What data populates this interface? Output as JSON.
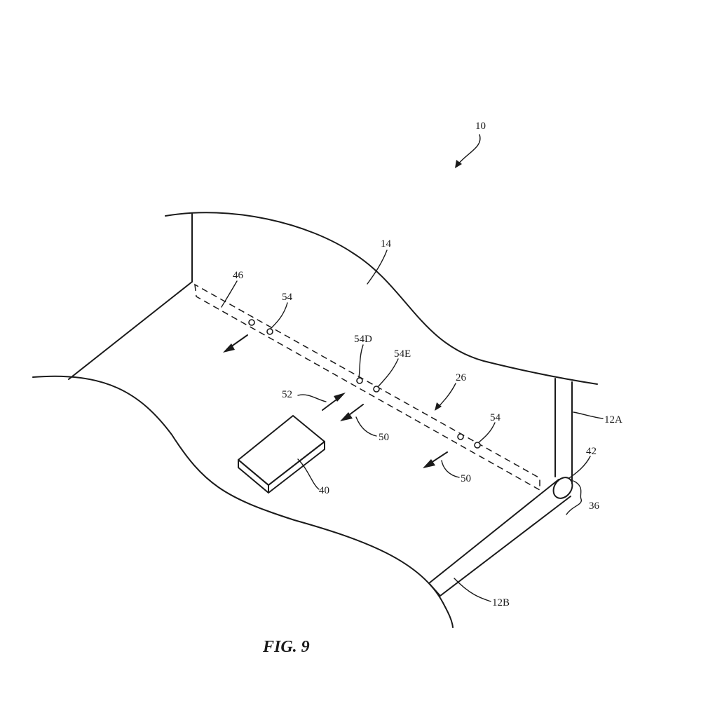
{
  "figure": {
    "caption": "FIG. 9",
    "labels": {
      "device": "10",
      "panel": "14",
      "strip": "46",
      "opening_top": "54",
      "opening_d": "54D",
      "opening_e": "54E",
      "channel": "26",
      "airflow_in": "52",
      "airflow_out_1": "50",
      "airflow_out_2": "50",
      "opening_right": "54",
      "wall_a": "12A",
      "hinge": "42",
      "hinge_region": "36",
      "component": "40",
      "wall_b": "12B"
    }
  }
}
